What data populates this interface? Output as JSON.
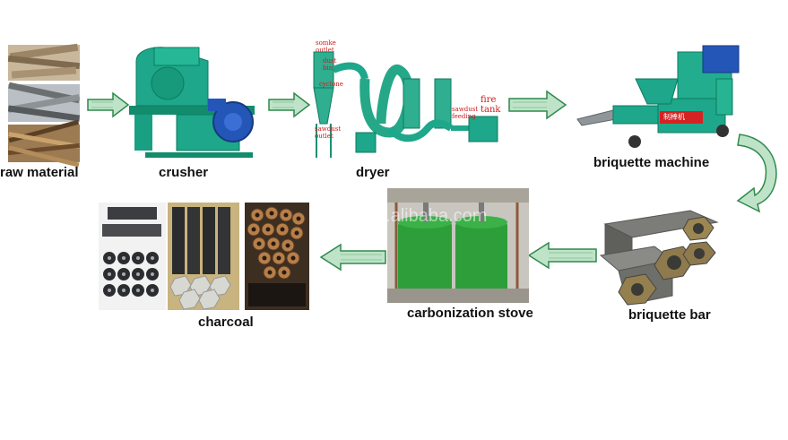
{
  "steps": {
    "raw_material": "raw material",
    "crusher": "crusher",
    "dryer": "dryer",
    "briquette_machine": "briquette machine",
    "briquette_bar": "briquette bar",
    "carbonization_stove": "carbonization stove",
    "charcoal": "charcoal"
  },
  "dryer_annotations": {
    "smoke_outlet": "somke outlet",
    "dust_bin": "dust bin",
    "cyclone": "cyclone",
    "sawdust_outlet": "sawdust outlet",
    "sawdust_feeding": "sawdust feeding",
    "fire_tank": "fire tank"
  },
  "machine_plate": "制棒机",
  "watermark": "zthbkj.en.alibaba.com",
  "colors": {
    "arrow_fill": "#bfe3c8",
    "arrow_stroke": "#2f8a4c",
    "machine_green": "#1ea78a",
    "stove_green": "#2e9e3a"
  }
}
